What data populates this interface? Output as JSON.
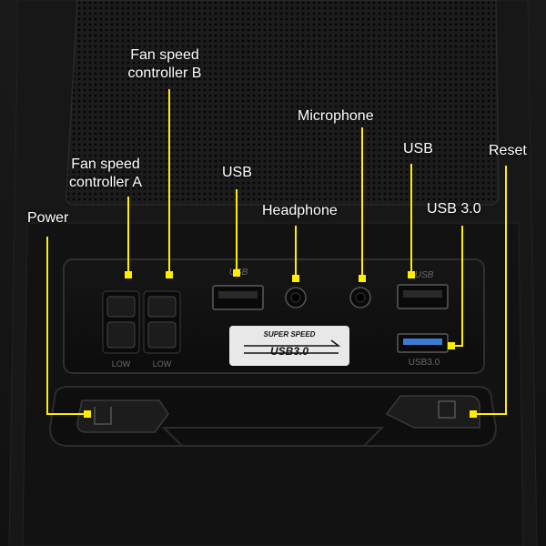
{
  "labels": {
    "fan_speed_controller_b": [
      "Fan speed",
      "controller B"
    ],
    "fan_speed_controller_a": [
      "Fan speed",
      "controller A"
    ],
    "power": "Power",
    "usb_left": "USB",
    "headphone": "Headphone",
    "microphone": "Microphone",
    "usb_right": "USB",
    "reset": "Reset",
    "usb_3_0": "USB 3.0"
  },
  "panel_markings": {
    "usb_left": "USB",
    "usb_right": "USB",
    "usb3_port": "USB3.0",
    "low_left": "LOW",
    "low_right": "LOW",
    "badge_top": "SUPER SPEED",
    "badge_main": "USB3.0"
  },
  "colors": {
    "callout": "#ffee00",
    "usb3_port": "#3a7bd5",
    "text": "#ffffff"
  }
}
